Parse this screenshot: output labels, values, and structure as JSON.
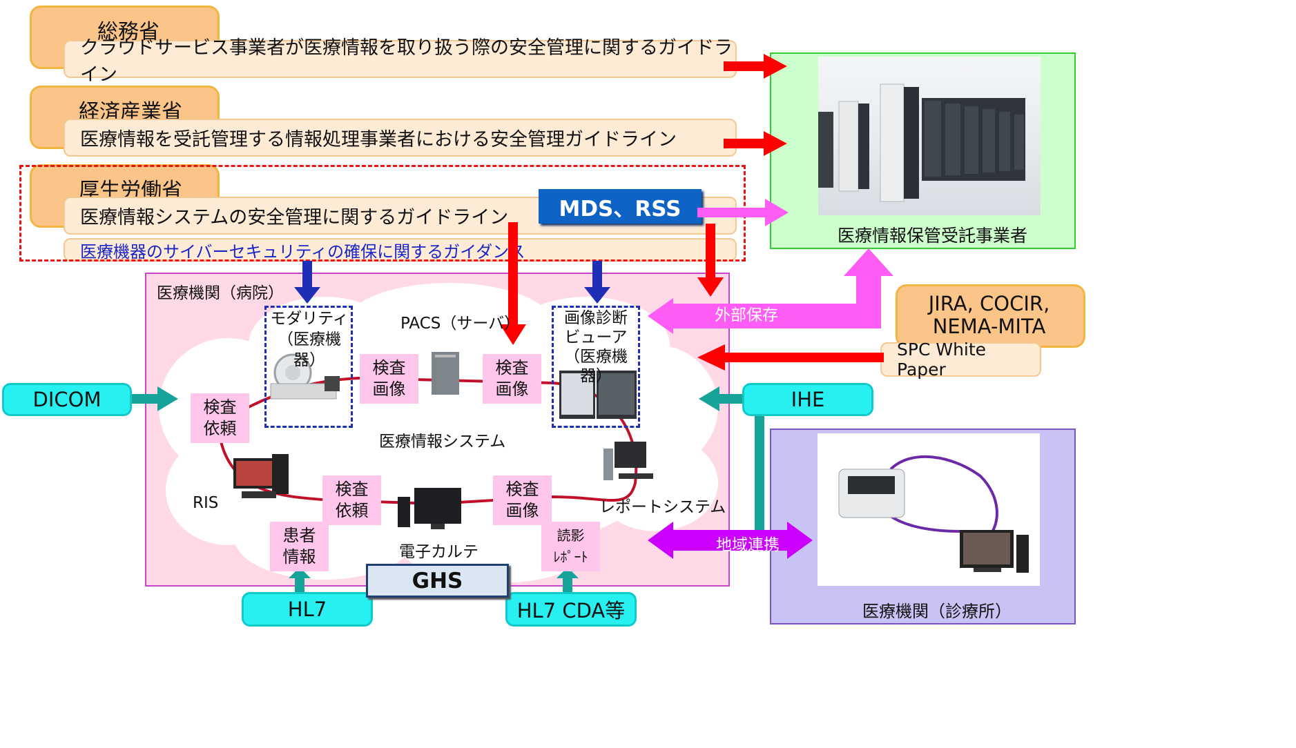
{
  "ministries": [
    {
      "name": "総務省",
      "guideline": "クラウドサービス事業者が医療情報を取り扱う際の安全管理に関するガイドライン"
    },
    {
      "name": "経済産業省",
      "guideline": "医療情報を受託管理する情報処理事業者における安全管理ガイドライン"
    },
    {
      "name": "厚生労働省",
      "guideline": "医療情報システムの安全管理に関するガイドライン",
      "guidance": "医療機器のサイバーセキュリティの確保に関するガイダンス"
    }
  ],
  "mds_rss": "MDS、RSS",
  "storage_provider": {
    "label": "医療情報保管受託事業者",
    "image": "server-room"
  },
  "jira": {
    "name": "JIRA, COCIR,\nNEMA-MITA",
    "paper": "SPC White Paper"
  },
  "hospital": {
    "title": "医療機関（病院）",
    "system_label": "医療情報システム",
    "modality": "モダリティ\n（医療機器）",
    "pacs": "PACS（サーバ）",
    "viewer": "画像診断\nビューア\n（医療機器）",
    "ris": "RIS",
    "ehr": "電子カルテ",
    "report_system": "レポートシステム",
    "flow_labels": {
      "request1": "検査\n依頼",
      "image1": "検査\n画像",
      "image2": "検査\n画像",
      "request2": "検査\n依頼",
      "image3": "検査\n画像",
      "patient_info": "患者\n情報",
      "reading_report": "読影\nﾚﾎﾟｰﾄ"
    }
  },
  "standards": {
    "dicom": "DICOM",
    "ihe": "IHE",
    "hl7": "HL7",
    "hl7cda": "HL7 CDA等",
    "ghs": "GHS"
  },
  "arrows": {
    "external_storage": "外部保存",
    "regional": "地域連携"
  },
  "clinic": {
    "label": "医療機関（診療所）"
  },
  "colors": {
    "red": "#ff0000",
    "blue": "#1e2fb5",
    "magenta": "#ff5cf5",
    "purple": "#cc00ff",
    "teal": "#16a39a",
    "cyan": "#29f0f0",
    "orange": "#fbc58a"
  }
}
